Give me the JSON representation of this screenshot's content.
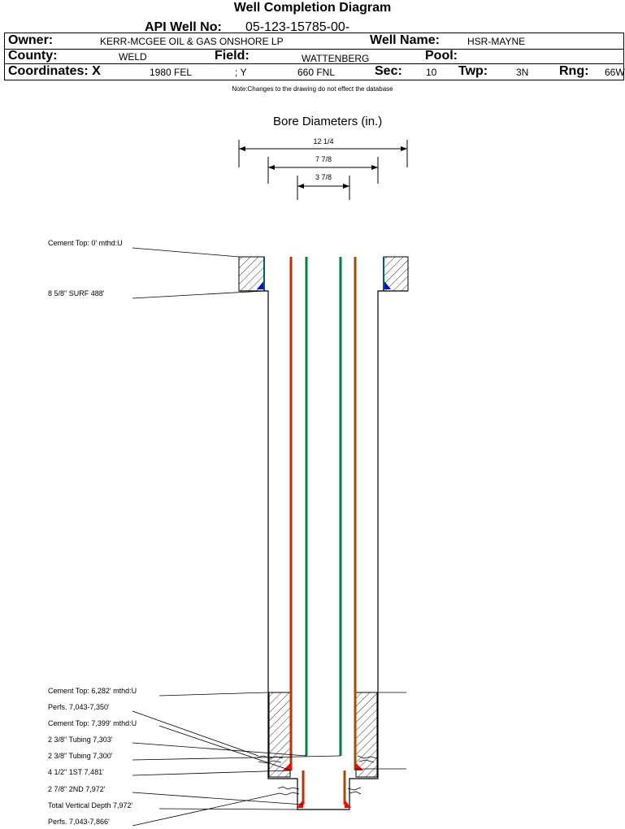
{
  "header": {
    "title": "Well Completion Diagram",
    "api_label": "API Well No:",
    "api_value": "05-123-15785-00-",
    "owner_label": "Owner:",
    "owner_value": "KERR-MCGEE OIL & GAS ONSHORE LP",
    "well_name_label": "Well Name:",
    "well_name_value": "HSR-MAYNE",
    "county_label": "County:",
    "county_value": "WELD",
    "field_label": "Field:",
    "field_value": "WATTENBERG",
    "pool_label": "Pool:",
    "pool_value": "",
    "coord_label": "Coordinates: X",
    "coord_x_value": "1980 FEL",
    "coord_y_label": "; Y",
    "coord_y_value": "660 FNL",
    "sec_label": "Sec:",
    "sec_value": "10",
    "twp_label": "Twp:",
    "twp_value": "3N",
    "rng_label": "Rng:",
    "rng_value": "66W"
  },
  "note": "Note:Changes to the drawing do not effect the database",
  "bore": {
    "title": "Bore Diameters (in.)",
    "dims": [
      "12 1/4",
      "7 7/8",
      "3 7/8"
    ]
  },
  "annotations": [
    "Cement Top: 0' mthd:U",
    "8 5/8\" SURF      488'",
    "Cement Top: 6,282' mthd:U",
    "Perfs. 7,043-7,350'",
    "Cement Top: 7,399' mthd:U",
    "2 3/8\" Tubing 7,303'",
    "2 3/8\" Tubing 7,300'",
    "4 1/2\" 1ST        7,481'",
    "2 7/8\" 2ND        7,972'",
    "Total Vertical Depth 7,972'",
    "Perfs. 7,043-7,866'"
  ],
  "colors": {
    "tubing_green": "#008040",
    "casing_red": "#c03000",
    "casing_brown": "#a05000",
    "shoe_blue": "#0000ff",
    "shoe_red": "#ff0000"
  }
}
